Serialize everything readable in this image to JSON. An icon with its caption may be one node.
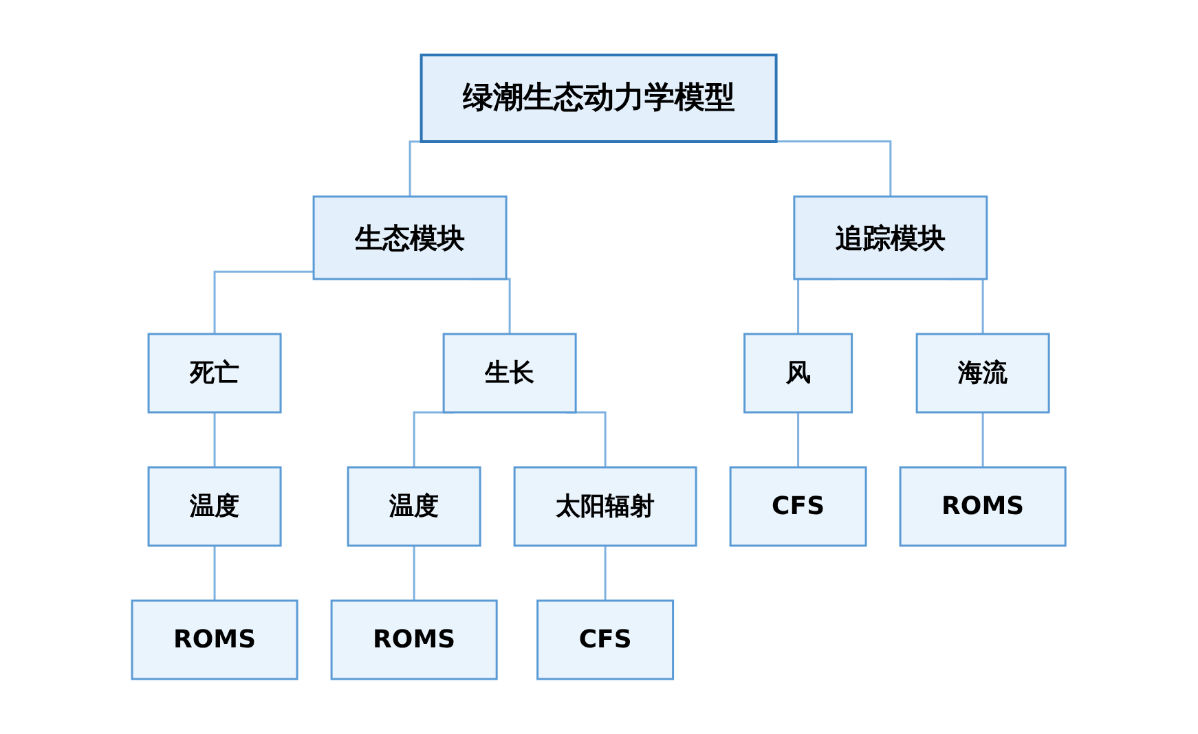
{
  "diagram": {
    "nodes": [
      {
        "text": [
          "绿潮生态动力学模型"
        ]
      },
      {
        "text": [
          "追踪模块"
        ]
      },
      {
        "text": [
          "生态模块"
        ]
      },
      {
        "text": [
          "风"
        ]
      },
      {
        "text": [
          "海流"
        ]
      },
      {
        "text": [
          "死亡"
        ]
      },
      {
        "text": [
          "生长"
        ]
      },
      {
        "text": [
          "温度"
        ]
      },
      {
        "text": [
          "温度"
        ]
      },
      {
        "text": [
          "太阳辐射"
        ]
      },
      {
        "text": [
          "CFS"
        ]
      },
      {
        "text": [
          "ROMS"
        ]
      },
      {
        "text": [
          "ROMS"
        ]
      },
      {
        "text": [
          "ROMS"
        ]
      },
      {
        "text": [
          "CFS"
        ]
      }
    ],
    "edges": [
      {
        "from": 0,
        "to": 1,
        "arrow": "none"
      },
      {
        "from": 0,
        "to": 2,
        "arrow": "none"
      },
      {
        "from": 1,
        "to": 3,
        "arrow": "none"
      },
      {
        "from": 1,
        "to": 4,
        "arrow": "none"
      },
      {
        "from": 2,
        "to": 5,
        "arrow": "none"
      },
      {
        "from": 2,
        "to": 6,
        "arrow": "none"
      },
      {
        "from": 5,
        "to": 7,
        "arrow": "none"
      },
      {
        "from": 6,
        "to": 8,
        "arrow": "none"
      },
      {
        "from": 6,
        "to": 9,
        "arrow": "none"
      },
      {
        "from": 3,
        "to": 10,
        "arrow": "none"
      },
      {
        "from": 4,
        "to": 11,
        "arrow": "none"
      },
      {
        "from": 7,
        "to": 12,
        "arrow": "none"
      },
      {
        "from": 8,
        "to": 13,
        "arrow": "none"
      },
      {
        "from": 9,
        "to": 14,
        "arrow": "none"
      }
    ]
  }
}
